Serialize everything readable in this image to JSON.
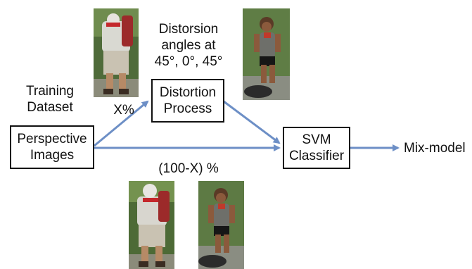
{
  "labels": {
    "training_dataset_line1": "Training",
    "training_dataset_line2": "Dataset",
    "distortion_angles_line1": "Distorsion",
    "distortion_angles_line2": "angles at",
    "distortion_angles_line3": "45°, 0°, 45°",
    "x_percent": "X%",
    "hundred_minus_x": "(100-X) %",
    "mix_model": "Mix-model"
  },
  "boxes": {
    "perspective_line1": "Perspective",
    "perspective_line2": "Images",
    "distortion_line1": "Distortion",
    "distortion_line2": "Process",
    "svm_line1": "SVM",
    "svm_line2": "Classifier"
  },
  "colors": {
    "arrow": "#6d8fc6",
    "box_border": "#111111",
    "text": "#111111"
  },
  "photos": [
    {
      "name": "hiker-man-distorted-top",
      "subject": "hiker with red bandana and backpack"
    },
    {
      "name": "woman-distorted-top",
      "subject": "woman in grey tank top by rocks"
    },
    {
      "name": "hiker-man-bottom",
      "subject": "hiker with red bandana and backpack"
    },
    {
      "name": "woman-bottom",
      "subject": "woman in grey tank top by rocks"
    }
  ]
}
